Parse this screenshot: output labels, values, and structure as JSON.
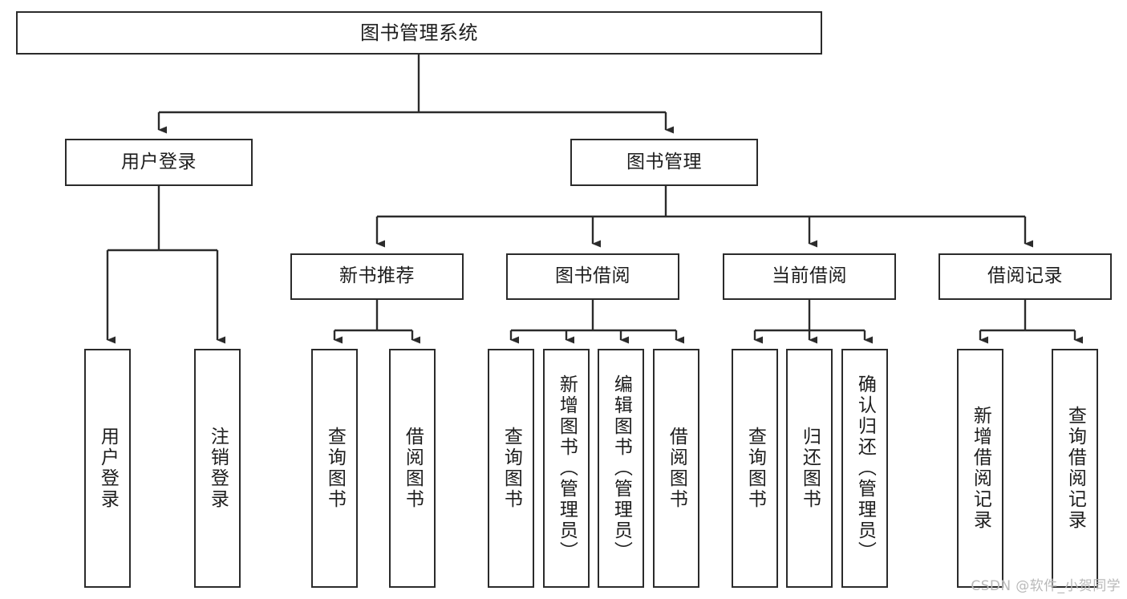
{
  "diagram": {
    "title": "图书管理系统",
    "type": "tree-hierarchy",
    "colors": {
      "box_border": "#2b2b2b",
      "box_fill": "#ffffff",
      "connector": "#2b2b2b",
      "text": "#1d1d1d",
      "watermark": "#b9b9b9"
    },
    "watermark": "CSDN @软件_小贺同学",
    "root": {
      "label": "图书管理系统"
    },
    "level1": [
      {
        "label": "用户登录"
      },
      {
        "label": "图书管理"
      }
    ],
    "level2": [
      {
        "label": "新书推荐"
      },
      {
        "label": "图书借阅"
      },
      {
        "label": "当前借阅"
      },
      {
        "label": "借阅记录"
      }
    ],
    "leaves": {
      "user_login": [
        {
          "label": "用户登录"
        },
        {
          "label": "注销登录"
        }
      ],
      "new_book": [
        {
          "label": "查询图书"
        },
        {
          "label": "借阅图书"
        }
      ],
      "book_borrow": [
        {
          "label": "查询图书"
        },
        {
          "label": "新增图书（管理员）"
        },
        {
          "label": "编辑图书（管理员）"
        },
        {
          "label": "借阅图书"
        }
      ],
      "current_borrow": [
        {
          "label": "查询图书"
        },
        {
          "label": "归还图书"
        },
        {
          "label": "确认归还（管理员）"
        }
      ],
      "borrow_record": [
        {
          "label": "新增借阅记录"
        },
        {
          "label": "查询借阅记录"
        }
      ]
    }
  }
}
